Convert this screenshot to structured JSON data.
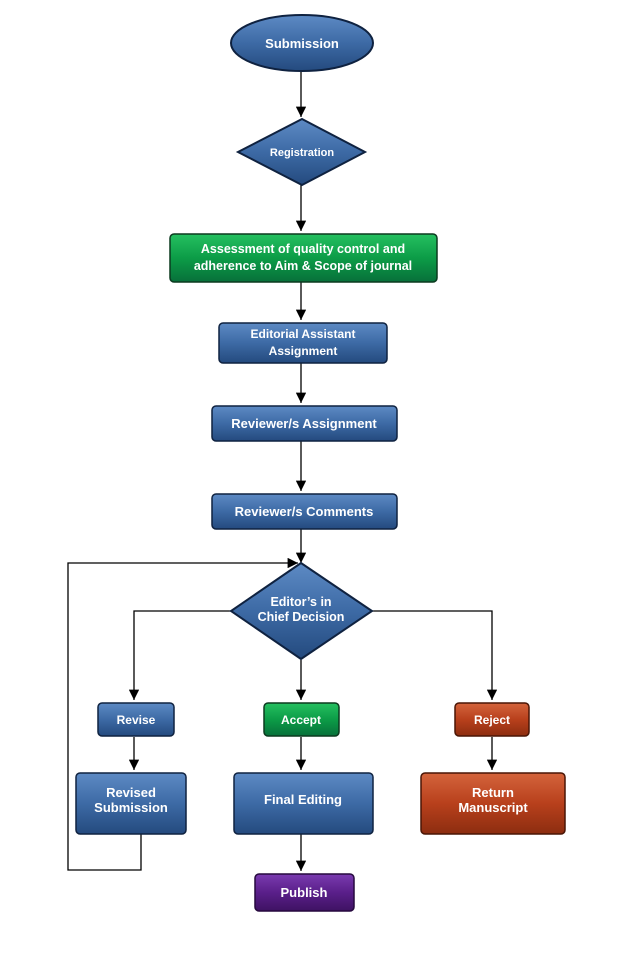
{
  "colors": {
    "blue": "#35629a",
    "green": "#0b9a45",
    "red": "#b8401c",
    "purple": "#5a1f8a",
    "arrow": "#000000"
  },
  "nodes": {
    "submission": "Submission",
    "registration": "Registration",
    "assessment": [
      "Assessment of quality  control and",
      "adherence to Aim & Scope of journal"
    ],
    "editorial_assistant": [
      "Editorial Assistant",
      "Assignment"
    ],
    "reviewer_assignment": "Reviewer/s Assignment",
    "reviewer_comments": "Reviewer/s Comments",
    "editor_decision": [
      "Editor’s in",
      "Chief Decision"
    ],
    "revise": "Revise",
    "accept": "Accept",
    "reject": "Reject",
    "revised_submission": [
      "Revised",
      "Submission"
    ],
    "final_editing": "Final Editing",
    "return_manuscript": [
      "Return",
      "Manuscript"
    ],
    "publish": "Publish"
  }
}
